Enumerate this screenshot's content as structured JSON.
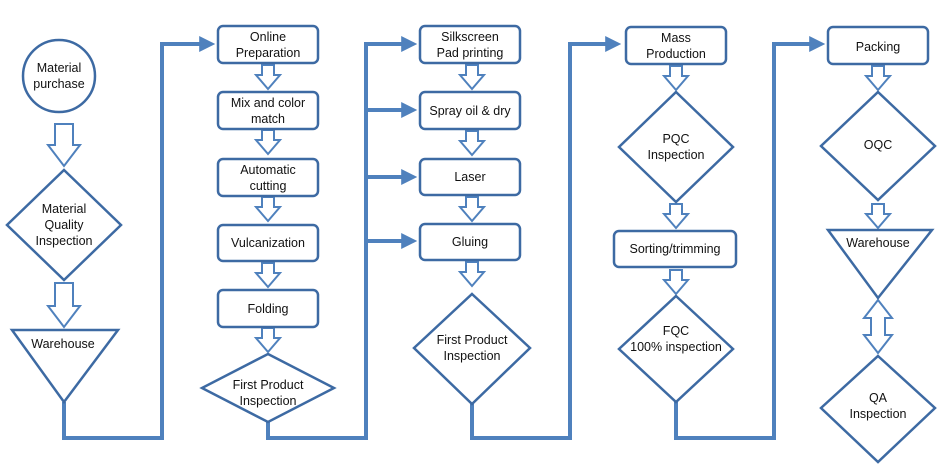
{
  "flowchart": {
    "column1": {
      "material_purchase": "Material\npurchase",
      "material_quality_inspection": "Material\nQuality\nInspection",
      "warehouse": "Warehouse"
    },
    "column2": {
      "online_preparation": "Online\nPreparation",
      "mix_color_match": "Mix and color\nmatch",
      "automatic_cutting": "Automatic\ncutting",
      "vulcanization": "Vulcanization",
      "folding": "Folding",
      "first_product_inspection": "First Product\nInspection"
    },
    "column3": {
      "silkscreen_pad_printing": "Silkscreen\nPad printing",
      "spray_oil_dry": "Spray oil & dry",
      "laser": "Laser",
      "gluing": "Gluing",
      "first_product_inspection": "First Product\nInspection"
    },
    "column4": {
      "mass_production": "Mass\nProduction",
      "pqc_inspection": "PQC\nInspection",
      "sorting_trimming": "Sorting/trimming",
      "fqc_inspection": "FQC\n100% inspection"
    },
    "column5": {
      "packing": "Packing",
      "oqc": "OQC",
      "warehouse": "Warehouse",
      "qa_inspection": "QA\nInspection"
    }
  }
}
